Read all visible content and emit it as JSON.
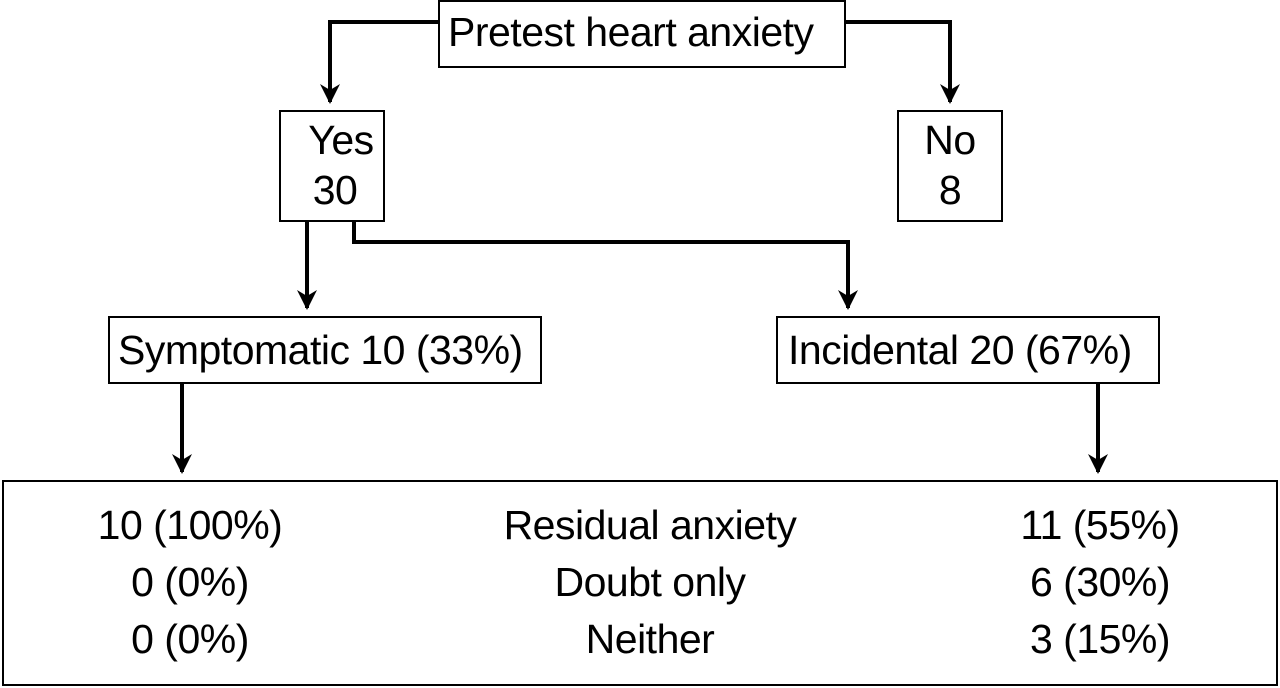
{
  "root": {
    "label": "Pretest heart anxiety"
  },
  "yes": {
    "label": "Yes",
    "count": "30"
  },
  "no": {
    "label": "No",
    "count": "8"
  },
  "symptomatic": {
    "label": "Symptomatic 10 (33%)"
  },
  "incidental": {
    "label": "Incidental  20 (67%)"
  },
  "outcomes": {
    "symptomatic_col": [
      "10 (100%)",
      "0 (0%)",
      "0 (0%)"
    ],
    "labels": [
      "Residual anxiety",
      "Doubt only",
      "Neither"
    ],
    "incidental_col": [
      "11 (55%)",
      "6 (30%)",
      "3 (15%)"
    ]
  }
}
